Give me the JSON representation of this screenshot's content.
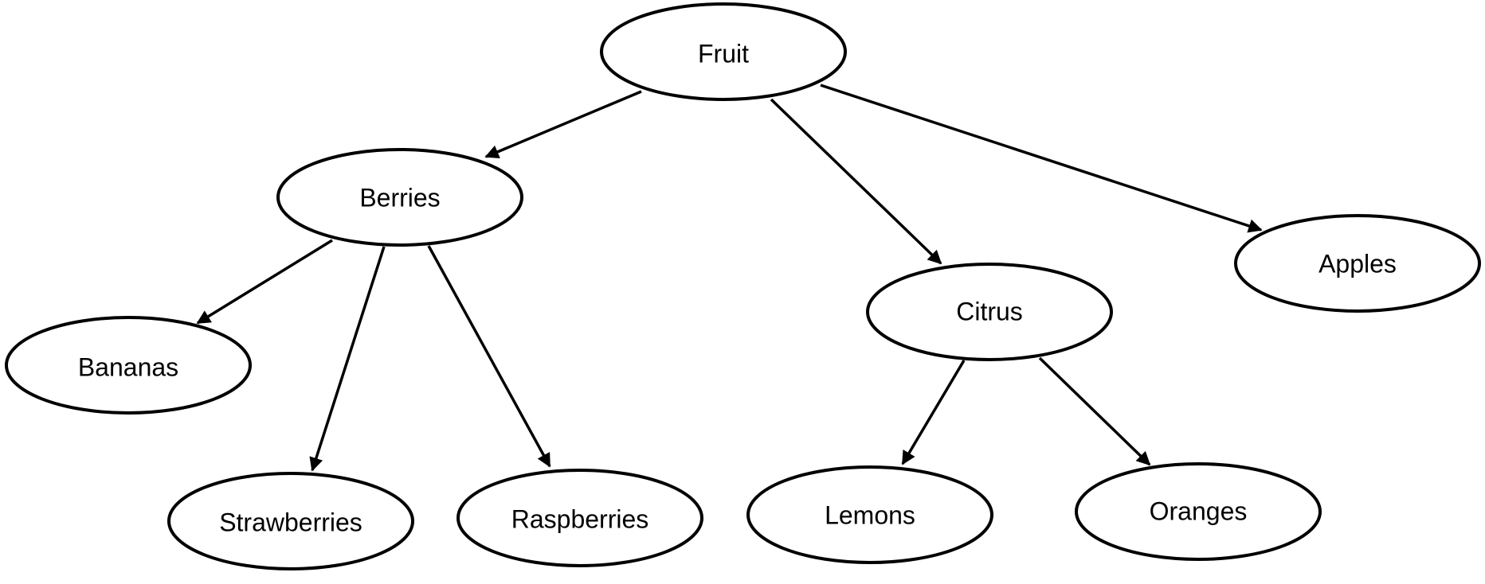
{
  "diagram": {
    "type": "tree",
    "colors": {
      "background": "#ffffff",
      "stroke": "#000000",
      "text": "#000000"
    },
    "nodes": [
      {
        "id": "fruit",
        "label": "Fruit"
      },
      {
        "id": "berries",
        "label": "Berries"
      },
      {
        "id": "citrus",
        "label": "Citrus"
      },
      {
        "id": "apples",
        "label": "Apples"
      },
      {
        "id": "bananas",
        "label": "Bananas"
      },
      {
        "id": "strawberries",
        "label": "Strawberries"
      },
      {
        "id": "raspberries",
        "label": "Raspberries"
      },
      {
        "id": "lemons",
        "label": "Lemons"
      },
      {
        "id": "oranges",
        "label": "Oranges"
      }
    ],
    "edges": [
      {
        "from": "fruit",
        "to": "berries"
      },
      {
        "from": "fruit",
        "to": "citrus"
      },
      {
        "from": "fruit",
        "to": "apples"
      },
      {
        "from": "berries",
        "to": "bananas"
      },
      {
        "from": "berries",
        "to": "strawberries"
      },
      {
        "from": "berries",
        "to": "raspberries"
      },
      {
        "from": "citrus",
        "to": "lemons"
      },
      {
        "from": "citrus",
        "to": "oranges"
      }
    ]
  }
}
